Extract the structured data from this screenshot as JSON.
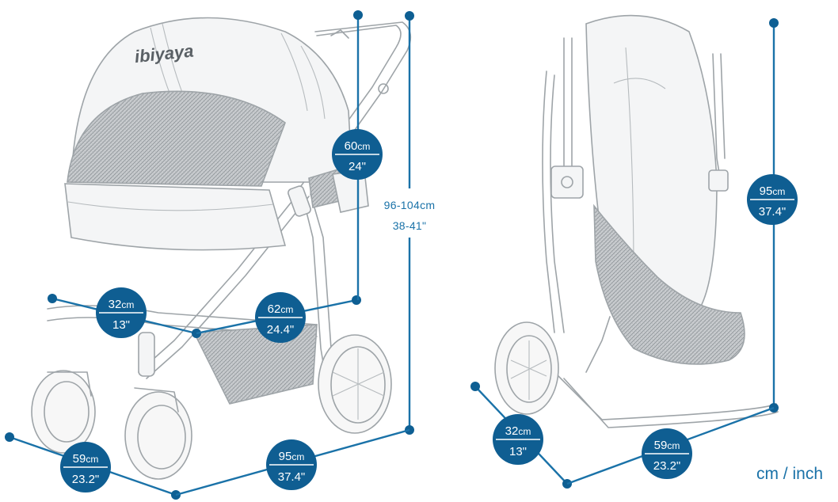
{
  "brand_logo": "ibiyaya",
  "unit_legend": "cm / inch",
  "dimensions": {
    "front_depth": {
      "metric": "32",
      "metric_unit": "cm",
      "imperial": "13\""
    },
    "seat_length": {
      "metric": "62",
      "metric_unit": "cm",
      "imperial": "24.4\""
    },
    "handle_span": {
      "metric": "60",
      "metric_unit": "cm",
      "imperial": "24\""
    },
    "handle_height": {
      "metric": "96-104cm",
      "imperial": "38-41\""
    },
    "width": {
      "metric": "59",
      "metric_unit": "cm",
      "imperial": "23.2\""
    },
    "length": {
      "metric": "95",
      "metric_unit": "cm",
      "imperial": "37.4\""
    },
    "folded_height": {
      "metric": "95",
      "metric_unit": "cm",
      "imperial": "37.4\""
    },
    "folded_depth": {
      "metric": "32",
      "metric_unit": "cm",
      "imperial": "13\""
    },
    "folded_width": {
      "metric": "59",
      "metric_unit": "cm",
      "imperial": "23.2\""
    }
  },
  "colors": {
    "accent": "#0f5e92",
    "dimension_line": "#1a72a8",
    "line_art": "#9ea4a8"
  }
}
